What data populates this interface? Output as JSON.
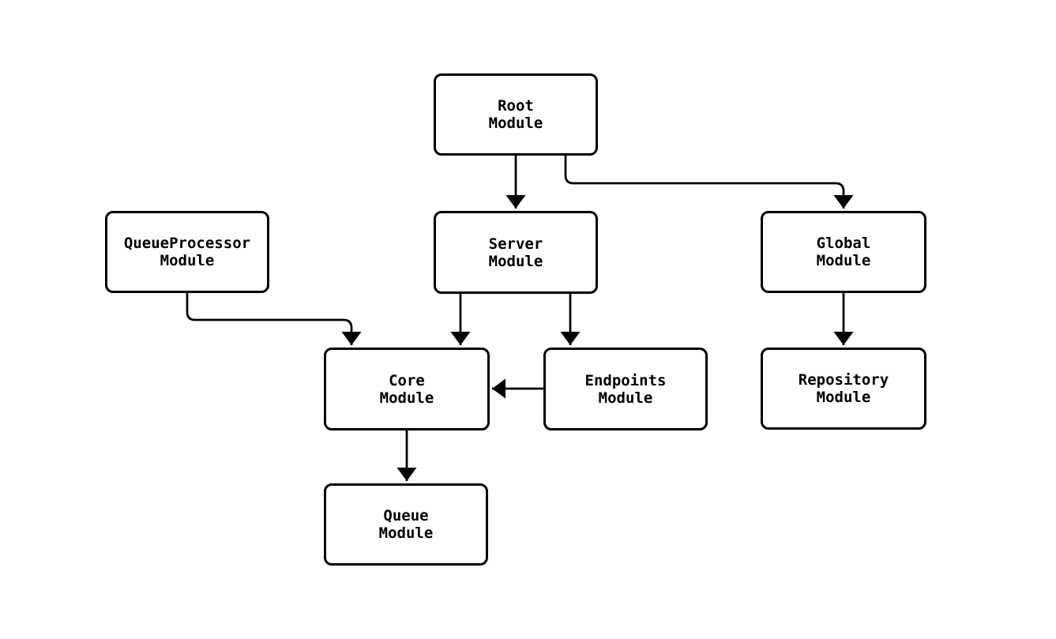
{
  "diagram": {
    "type": "flowchart",
    "direction": "top-down",
    "background_color": "#ffffff",
    "node_fill_color": "#ffffff",
    "node_border_color": "#000000",
    "text_color": "#000000",
    "edge_color": "#000000",
    "nodes": [
      {
        "id": "root",
        "line1": "Root",
        "line2": "Module"
      },
      {
        "id": "server",
        "line1": "Server",
        "line2": "Module"
      },
      {
        "id": "global",
        "line1": "Global",
        "line2": "Module"
      },
      {
        "id": "queueprocessor",
        "line1": "QueueProcessor",
        "line2": "Module"
      },
      {
        "id": "core",
        "line1": "Core",
        "line2": "Module"
      },
      {
        "id": "endpoints",
        "line1": "Endpoints",
        "line2": "Module"
      },
      {
        "id": "repository",
        "line1": "Repository",
        "line2": "Module"
      },
      {
        "id": "queue",
        "line1": "Queue",
        "line2": "Module"
      }
    ],
    "edges": [
      {
        "from": "root",
        "to": "server",
        "style": "arrow"
      },
      {
        "from": "root",
        "to": "global",
        "style": "arrow"
      },
      {
        "from": "queueprocessor",
        "to": "core",
        "style": "arrow"
      },
      {
        "from": "server",
        "to": "core",
        "style": "arrow"
      },
      {
        "from": "server",
        "to": "endpoints",
        "style": "arrow"
      },
      {
        "from": "endpoints",
        "to": "core",
        "style": "arrow"
      },
      {
        "from": "global",
        "to": "repository",
        "style": "arrow"
      },
      {
        "from": "core",
        "to": "queue",
        "style": "arrow"
      }
    ]
  }
}
